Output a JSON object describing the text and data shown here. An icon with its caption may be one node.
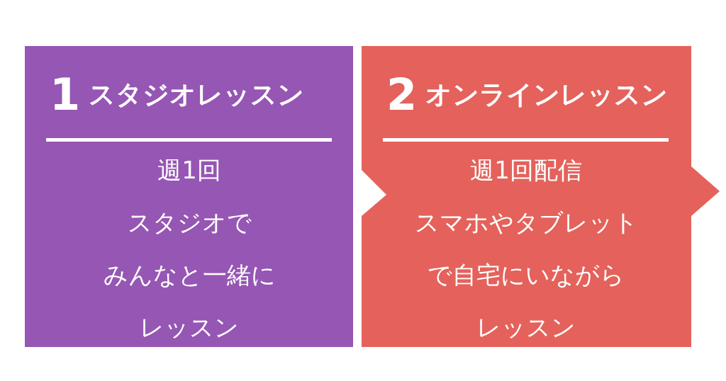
{
  "diagram": {
    "nodes": [
      {
        "text": [
          "1",
          "スタジオレッスン",
          "週1回",
          "スタジオで",
          "みんなと一緒に",
          "レッスン"
        ]
      },
      {
        "text": [
          "2",
          "オンラインレッスン",
          "週1回配信",
          "スマホやタブレット",
          "で自宅にいながら",
          "レッスン"
        ]
      }
    ]
  }
}
